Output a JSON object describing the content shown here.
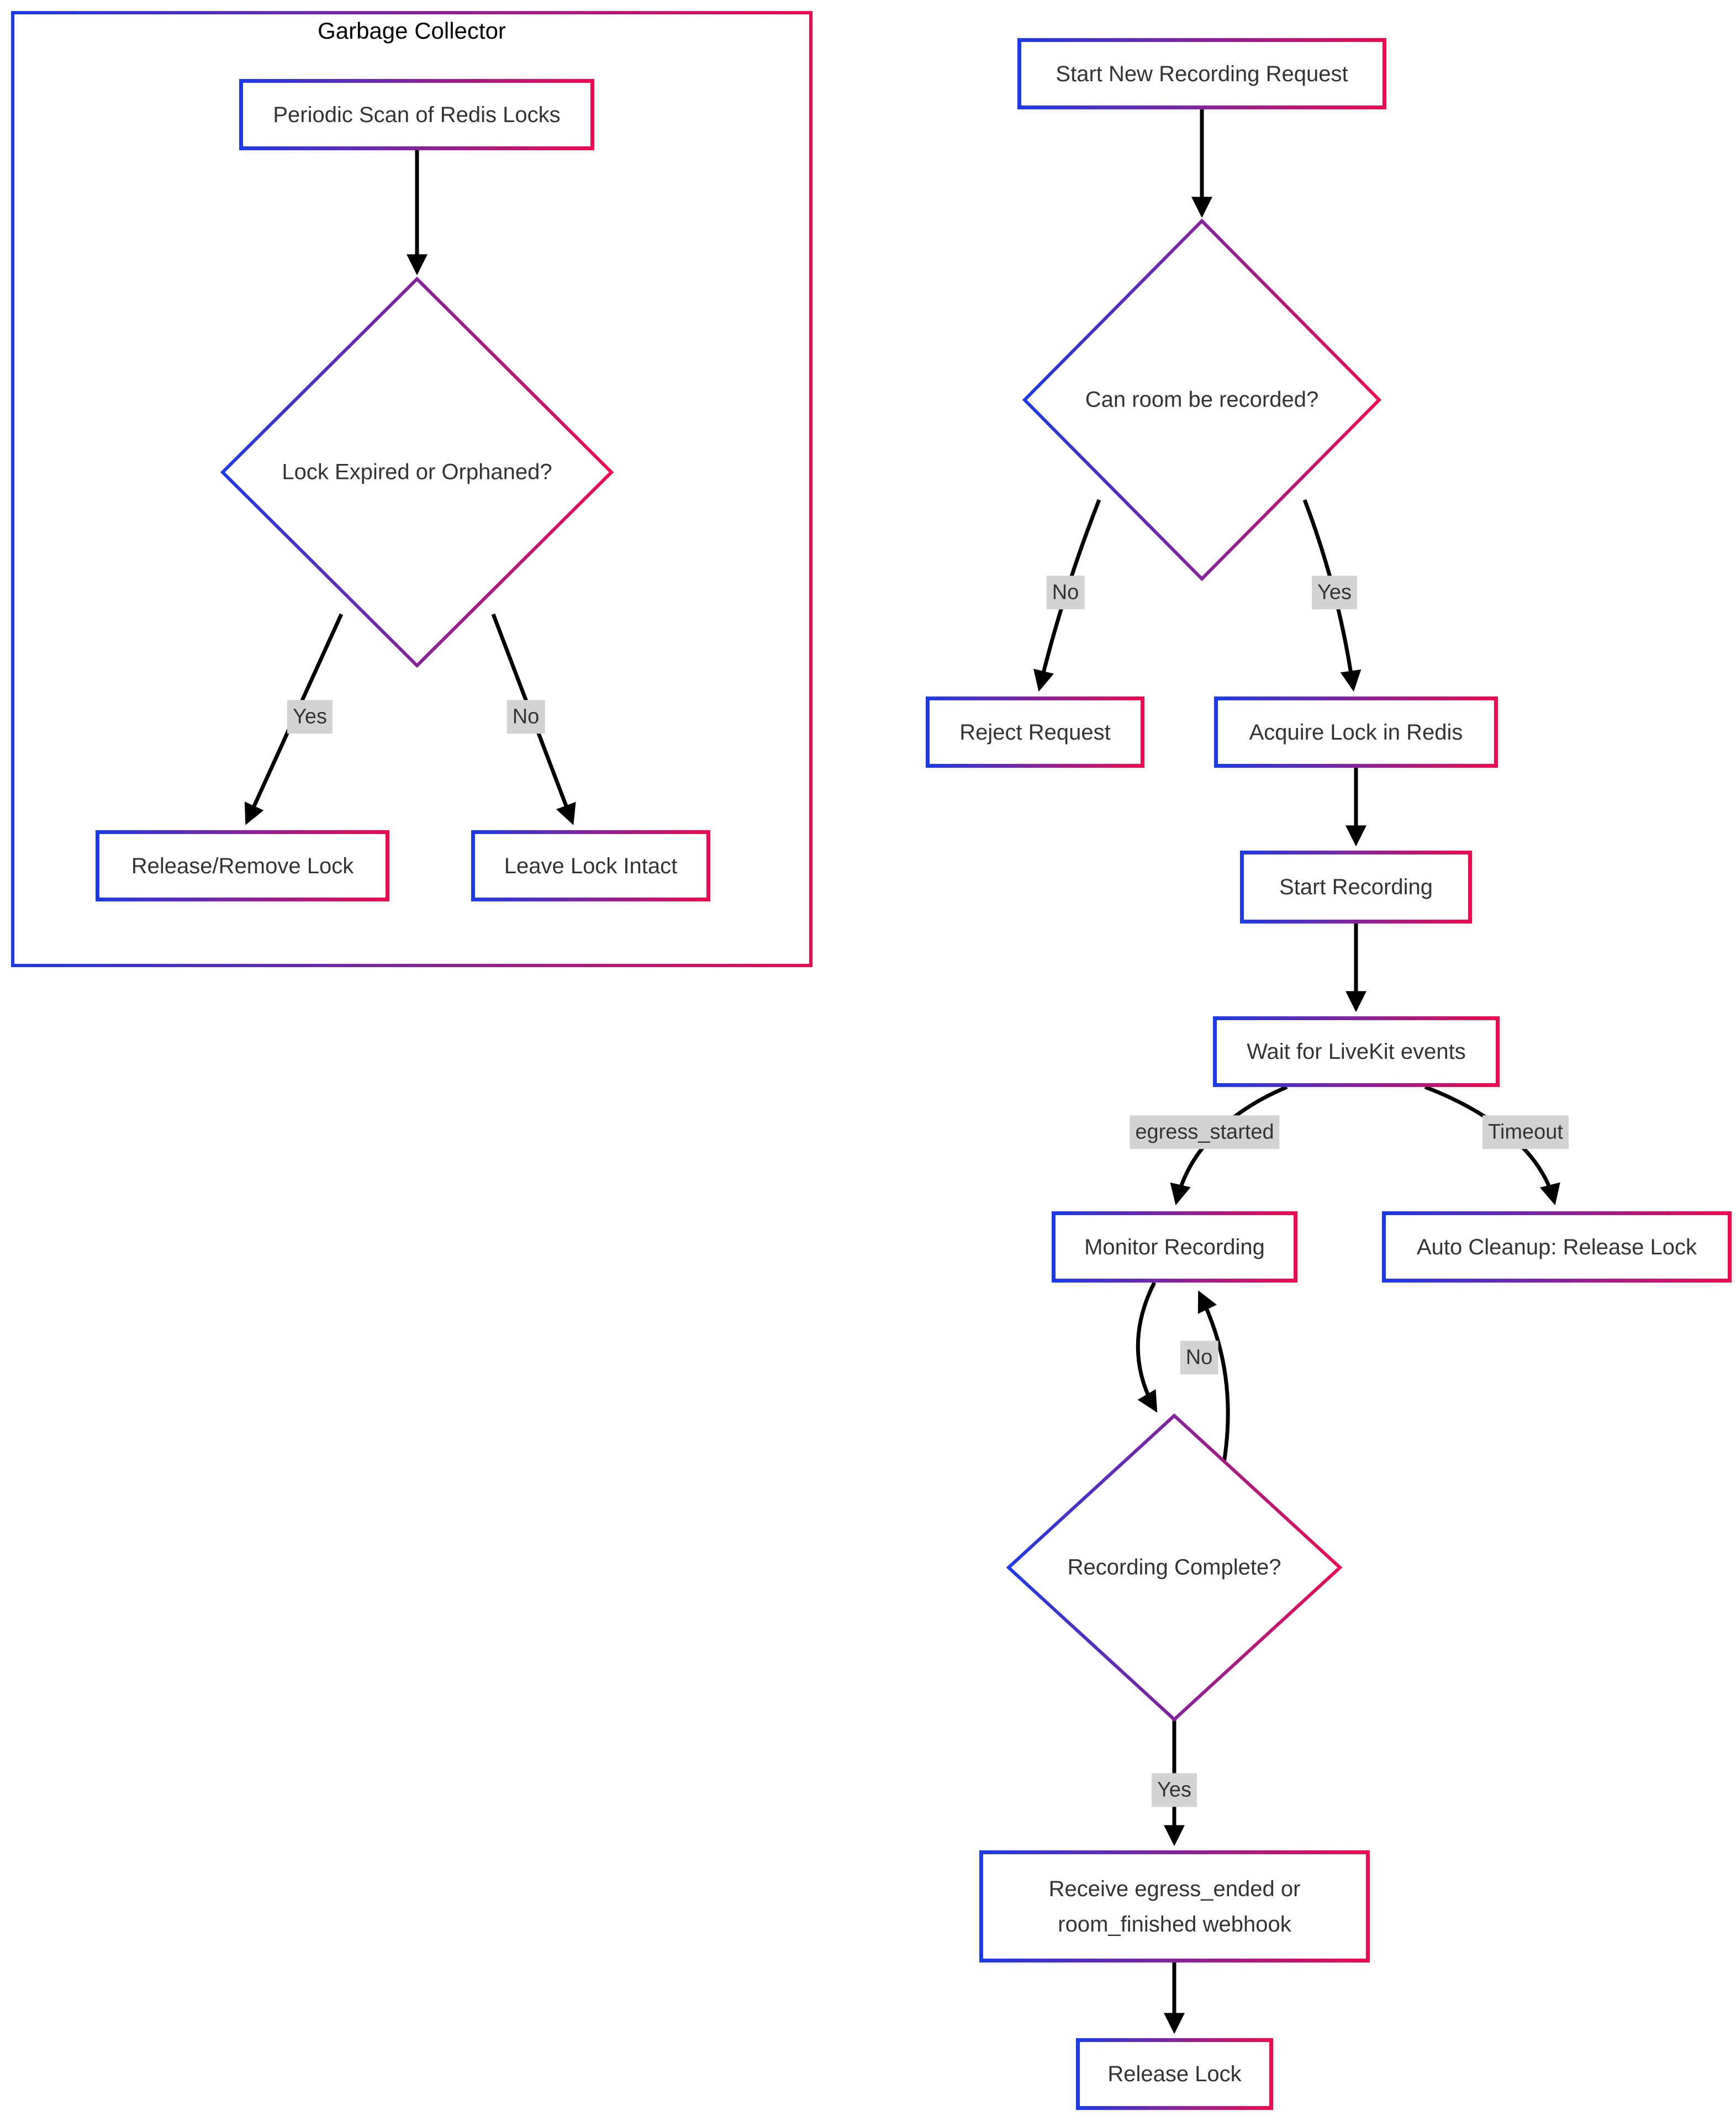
{
  "cluster": {
    "title": "Garbage Collector"
  },
  "nodes": {
    "periodic_scan": {
      "label": "Periodic Scan of Redis Locks",
      "type": "box"
    },
    "lock_expired": {
      "label": "Lock Expired or Orphaned?",
      "type": "diamond"
    },
    "release_remove": {
      "label": "Release/Remove Lock",
      "type": "box"
    },
    "leave_intact": {
      "label": "Leave Lock Intact",
      "type": "box"
    },
    "start_request": {
      "label": "Start New Recording Request",
      "type": "box"
    },
    "can_record": {
      "label": "Can room be recorded?",
      "type": "diamond"
    },
    "reject": {
      "label": "Reject Request",
      "type": "box"
    },
    "acquire_lock": {
      "label": "Acquire Lock in Redis",
      "type": "box"
    },
    "start_recording": {
      "label": "Start Recording",
      "type": "box"
    },
    "wait_events": {
      "label": "Wait for LiveKit events",
      "type": "box"
    },
    "monitor": {
      "label": "Monitor Recording",
      "type": "box"
    },
    "auto_cleanup": {
      "label": "Auto Cleanup: Release Lock",
      "type": "box"
    },
    "recording_complete": {
      "label": "Recording Complete?",
      "type": "diamond"
    },
    "receive_webhook": {
      "label": "Receive egress_ended or room_finished webhook",
      "type": "box"
    },
    "release_lock": {
      "label": "Release Lock",
      "type": "box"
    }
  },
  "edges": {
    "gc_yes": {
      "label": "Yes"
    },
    "gc_no": {
      "label": "No"
    },
    "main_no": {
      "label": "No"
    },
    "main_yes": {
      "label": "Yes"
    },
    "egress_started": {
      "label": "egress_started"
    },
    "timeout": {
      "label": "Timeout"
    },
    "loop_no": {
      "label": "No"
    },
    "complete_yes": {
      "label": "Yes"
    }
  },
  "colors": {
    "gradient_start": "#1d3ae8",
    "gradient_end": "#ee0a50",
    "edge": "#000000",
    "label_bg": "#d3d3d3",
    "text": "#333333",
    "title": "#000000",
    "node_fill": "#ffffff"
  }
}
